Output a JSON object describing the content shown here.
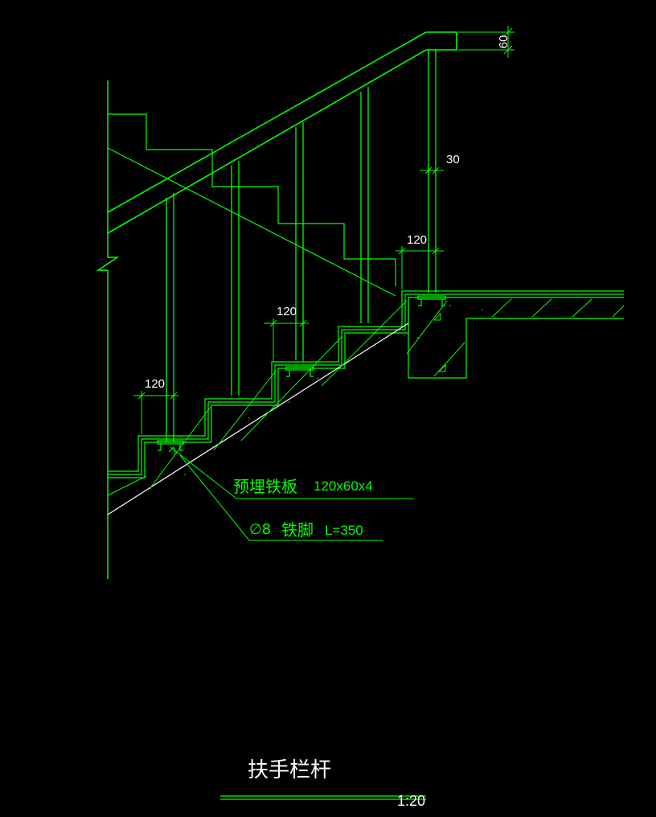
{
  "colors": {
    "background": "#000000",
    "green": "#00ff00",
    "white": "#ffffff"
  },
  "dimensions": {
    "handrail_thickness": "60",
    "baluster_width": "30",
    "plate_width_upper": "120",
    "plate_width_middle": "120",
    "plate_width_lower": "120"
  },
  "annotations": {
    "embedded_plate_name": "预埋铁板",
    "embedded_plate_spec": "120x60x4",
    "anchor_symbol": "∅8",
    "anchor_name": "铁脚",
    "anchor_spec": "L=350"
  },
  "title": {
    "name": "扶手栏杆",
    "scale": "1:20"
  }
}
